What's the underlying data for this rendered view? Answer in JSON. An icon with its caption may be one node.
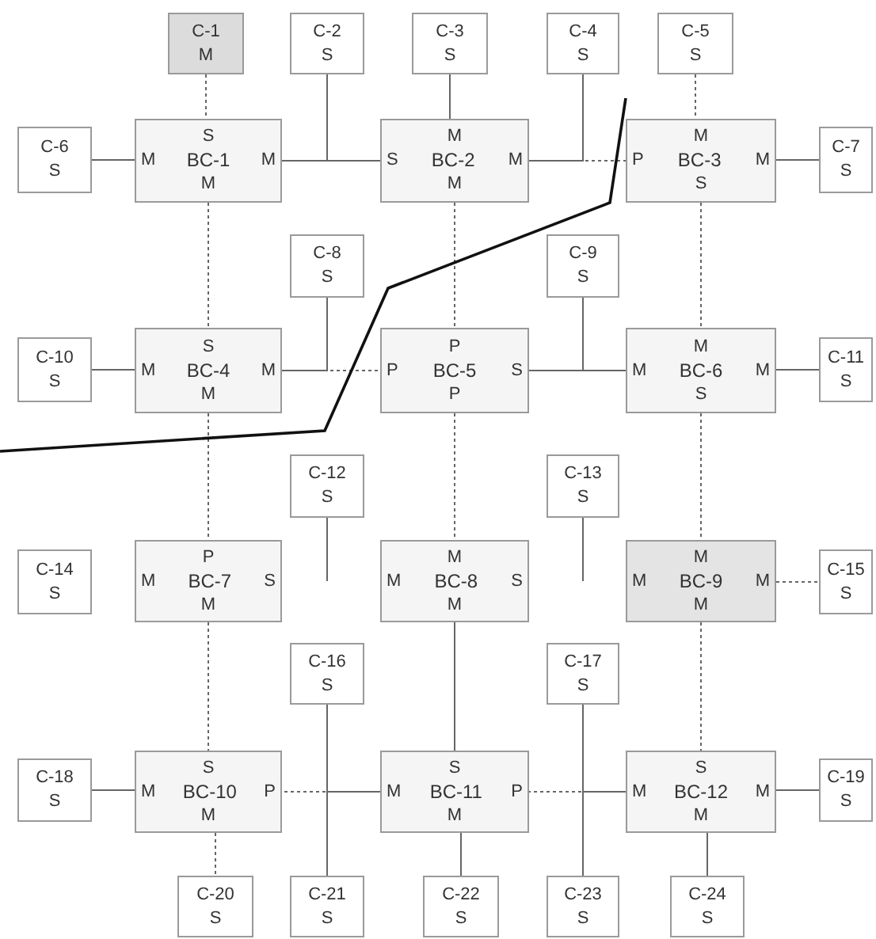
{
  "diagram": {
    "nodes": [
      {
        "text": [
          "C-1",
          "M"
        ]
      },
      {
        "text": [
          "C-2",
          "S"
        ]
      },
      {
        "text": [
          "C-3",
          "S"
        ]
      },
      {
        "text": [
          "C-4",
          "S"
        ]
      },
      {
        "text": [
          "C-5",
          "S"
        ]
      },
      {
        "text": [
          "C-6",
          "S"
        ]
      },
      {
        "text": [
          "S",
          "M",
          "BC-1",
          "M",
          "M"
        ]
      },
      {
        "text": [
          "M",
          "S",
          "BC-2",
          "M",
          "M"
        ]
      },
      {
        "text": [
          "M",
          "P",
          "BC-3",
          "M",
          "S"
        ]
      },
      {
        "text": [
          "C-7",
          "S"
        ]
      },
      {
        "text": [
          "C-8",
          "S"
        ]
      },
      {
        "text": [
          "C-9",
          "S"
        ]
      },
      {
        "text": [
          "C-10",
          "S"
        ]
      },
      {
        "text": [
          "S",
          "M",
          "BC-4",
          "M",
          "M"
        ]
      },
      {
        "text": [
          "P",
          "P",
          "BC-5",
          "S",
          "P"
        ]
      },
      {
        "text": [
          "M",
          "M",
          "BC-6",
          "M",
          "S"
        ]
      },
      {
        "text": [
          "C-11",
          "S"
        ]
      },
      {
        "text": [
          "C-12",
          "S"
        ]
      },
      {
        "text": [
          "C-13",
          "S"
        ]
      },
      {
        "text": [
          "C-14",
          "S"
        ]
      },
      {
        "text": [
          "P",
          "M",
          "BC-7",
          "S",
          "M"
        ]
      },
      {
        "text": [
          "M",
          "M",
          "BC-8",
          "S",
          "M"
        ]
      },
      {
        "text": [
          "M",
          "M",
          "BC-9",
          "M",
          "M"
        ]
      },
      {
        "text": [
          "C-15",
          "S"
        ]
      },
      {
        "text": [
          "C-16",
          "S"
        ]
      },
      {
        "text": [
          "C-17",
          "S"
        ]
      },
      {
        "text": [
          "C-18",
          "S"
        ]
      },
      {
        "text": [
          "S",
          "M",
          "BC-10",
          "P",
          "M"
        ]
      },
      {
        "text": [
          "S",
          "M",
          "BC-11",
          "P",
          "M"
        ]
      },
      {
        "text": [
          "S",
          "M",
          "BC-12",
          "M",
          "M"
        ]
      },
      {
        "text": [
          "C-19",
          "S"
        ]
      },
      {
        "text": [
          "C-20",
          "S"
        ]
      },
      {
        "text": [
          "C-21",
          "S"
        ]
      },
      {
        "text": [
          "C-22",
          "S"
        ]
      },
      {
        "text": [
          "C-23",
          "S"
        ]
      },
      {
        "text": [
          "C-24",
          "S"
        ]
      }
    ],
    "edges": [
      {
        "from": 0,
        "to": 6,
        "arrow": "none",
        "style": "dashed"
      },
      {
        "from": 5,
        "to": 6,
        "arrow": "none"
      },
      {
        "from": 1,
        "to": 6,
        "arrow": "none"
      },
      {
        "from": 1,
        "to": 7,
        "arrow": "none"
      },
      {
        "from": 2,
        "to": 7,
        "arrow": "none"
      },
      {
        "from": 3,
        "to": 7,
        "arrow": "none"
      },
      {
        "from": 3,
        "to": 8,
        "arrow": "none",
        "style": "dashed"
      },
      {
        "from": 4,
        "to": 8,
        "arrow": "none",
        "style": "dashed"
      },
      {
        "from": 8,
        "to": 9,
        "arrow": "none"
      },
      {
        "from": 6,
        "to": 13,
        "arrow": "none",
        "style": "dashed"
      },
      {
        "from": 7,
        "to": 14,
        "arrow": "none",
        "style": "dashed"
      },
      {
        "from": 8,
        "to": 15,
        "arrow": "none",
        "style": "dashed"
      },
      {
        "from": 12,
        "to": 13,
        "arrow": "none"
      },
      {
        "from": 10,
        "to": 13,
        "arrow": "none"
      },
      {
        "from": 10,
        "to": 14,
        "arrow": "none",
        "style": "dashed"
      },
      {
        "from": 11,
        "to": 14,
        "arrow": "none"
      },
      {
        "from": 11,
        "to": 15,
        "arrow": "none"
      },
      {
        "from": 15,
        "to": 16,
        "arrow": "none"
      },
      {
        "from": 13,
        "to": 20,
        "arrow": "none",
        "style": "dashed"
      },
      {
        "from": 14,
        "to": 21,
        "arrow": "none",
        "style": "dashed"
      },
      {
        "from": 15,
        "to": 22,
        "arrow": "none",
        "style": "dashed"
      },
      {
        "from": 17,
        "to": null,
        "arrow": "none"
      },
      {
        "from": 18,
        "to": null,
        "arrow": "none"
      },
      {
        "from": 22,
        "to": 23,
        "arrow": "none",
        "style": "dashed"
      },
      {
        "from": 20,
        "to": 27,
        "arrow": "none",
        "style": "dashed"
      },
      {
        "from": 21,
        "to": 28,
        "arrow": "none"
      },
      {
        "from": 22,
        "to": 29,
        "arrow": "none",
        "style": "dashed"
      },
      {
        "from": 26,
        "to": 27,
        "arrow": "none"
      },
      {
        "from": 24,
        "to": 32,
        "arrow": "none"
      },
      {
        "from": 24,
        "to": 27,
        "arrow": "none",
        "style": "dashed"
      },
      {
        "from": 24,
        "to": 28,
        "arrow": "none"
      },
      {
        "from": 25,
        "to": 34,
        "arrow": "none"
      },
      {
        "from": 25,
        "to": 28,
        "arrow": "none",
        "style": "dashed"
      },
      {
        "from": 25,
        "to": 29,
        "arrow": "none"
      },
      {
        "from": 29,
        "to": 30,
        "arrow": "none"
      },
      {
        "from": 27,
        "to": 31,
        "arrow": "none",
        "style": "dashed"
      },
      {
        "from": 28,
        "to": 33,
        "arrow": "none"
      },
      {
        "from": 29,
        "to": 35,
        "arrow": "none"
      }
    ]
  }
}
